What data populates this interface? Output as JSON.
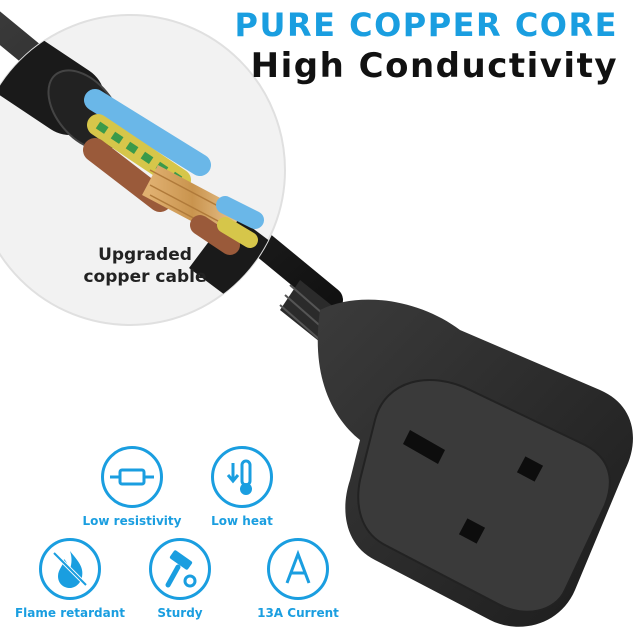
{
  "headline": {
    "line1": "PURE COPPER CORE",
    "line2": "High Conductivity"
  },
  "zoom_callout": {
    "line1": "Upgraded",
    "line2": "copper cable"
  },
  "features": [
    {
      "label": "Low resistivity",
      "icon": "resistor-icon"
    },
    {
      "label": "Low heat",
      "icon": "thermometer-down-icon"
    },
    {
      "label": "Flame retardant",
      "icon": "flame-icon"
    },
    {
      "label": "Sturdy",
      "icon": "hammer-icon"
    },
    {
      "label": "13A Current",
      "icon": "ampere-icon"
    }
  ],
  "colors": {
    "accent_blue": "#1a9ee0",
    "plug_black": "#2a2a2a",
    "copper": "#c98b4a"
  }
}
